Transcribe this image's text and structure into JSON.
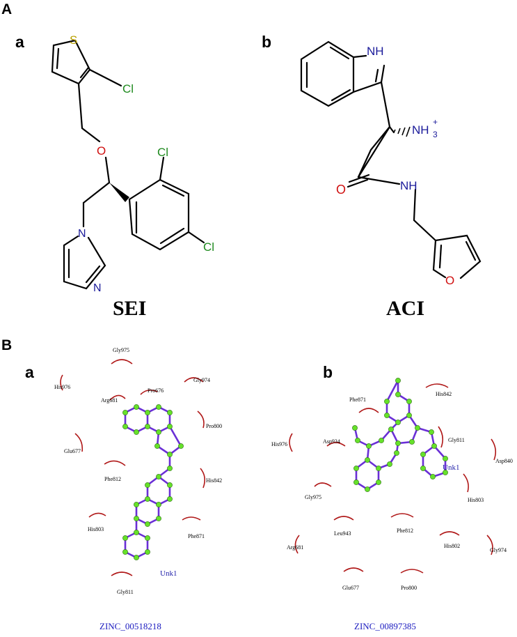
{
  "panelA": {
    "letter": "A",
    "a": {
      "letter": "a",
      "name": "SEI",
      "atoms": {
        "S": "S",
        "Cl1": "Cl",
        "O": "O",
        "Cl2": "Cl",
        "Cl3": "Cl",
        "N1": "N",
        "N2": "N"
      }
    },
    "b": {
      "letter": "b",
      "name": "ACI",
      "atoms": {
        "NH": "NH",
        "NH3": "NH",
        "NH3sub": "3",
        "NH3sup": "+",
        "O1": "O",
        "NH2": "NH",
        "O2": "O"
      }
    }
  },
  "panelB": {
    "letter": "B",
    "a": {
      "letter": "a",
      "ligand": "Unk1",
      "zinc": "ZINC_00518218",
      "residues": [
        "Gly975",
        "His976",
        "Arg681",
        "Pro676",
        "Gly974",
        "Pro800",
        "Glu677",
        "Phe812",
        "His842",
        "His803",
        "Phe871",
        "Gly811"
      ]
    },
    "b": {
      "letter": "b",
      "ligand": "Unk1",
      "zinc": "ZINC_00897385",
      "residues": [
        "Phe871",
        "His842",
        "Gly811",
        "His976",
        "Asp934",
        "Asp840",
        "Gly975",
        "His803",
        "Leu943",
        "Phe812",
        "His802",
        "Arg681",
        "Gly974",
        "Glu677",
        "Pro800"
      ]
    }
  },
  "colors": {
    "S": "#b8a000",
    "Cl": "#1f8a1f",
    "O": "#d01010",
    "N": "#1a1a9a",
    "ligand_bond": "#6a2fd6",
    "ligand_atom": "#66e12a",
    "contact_arc": "#b01818",
    "ligand_label": "#2222aa",
    "zinc_label": "#1a1abf"
  }
}
